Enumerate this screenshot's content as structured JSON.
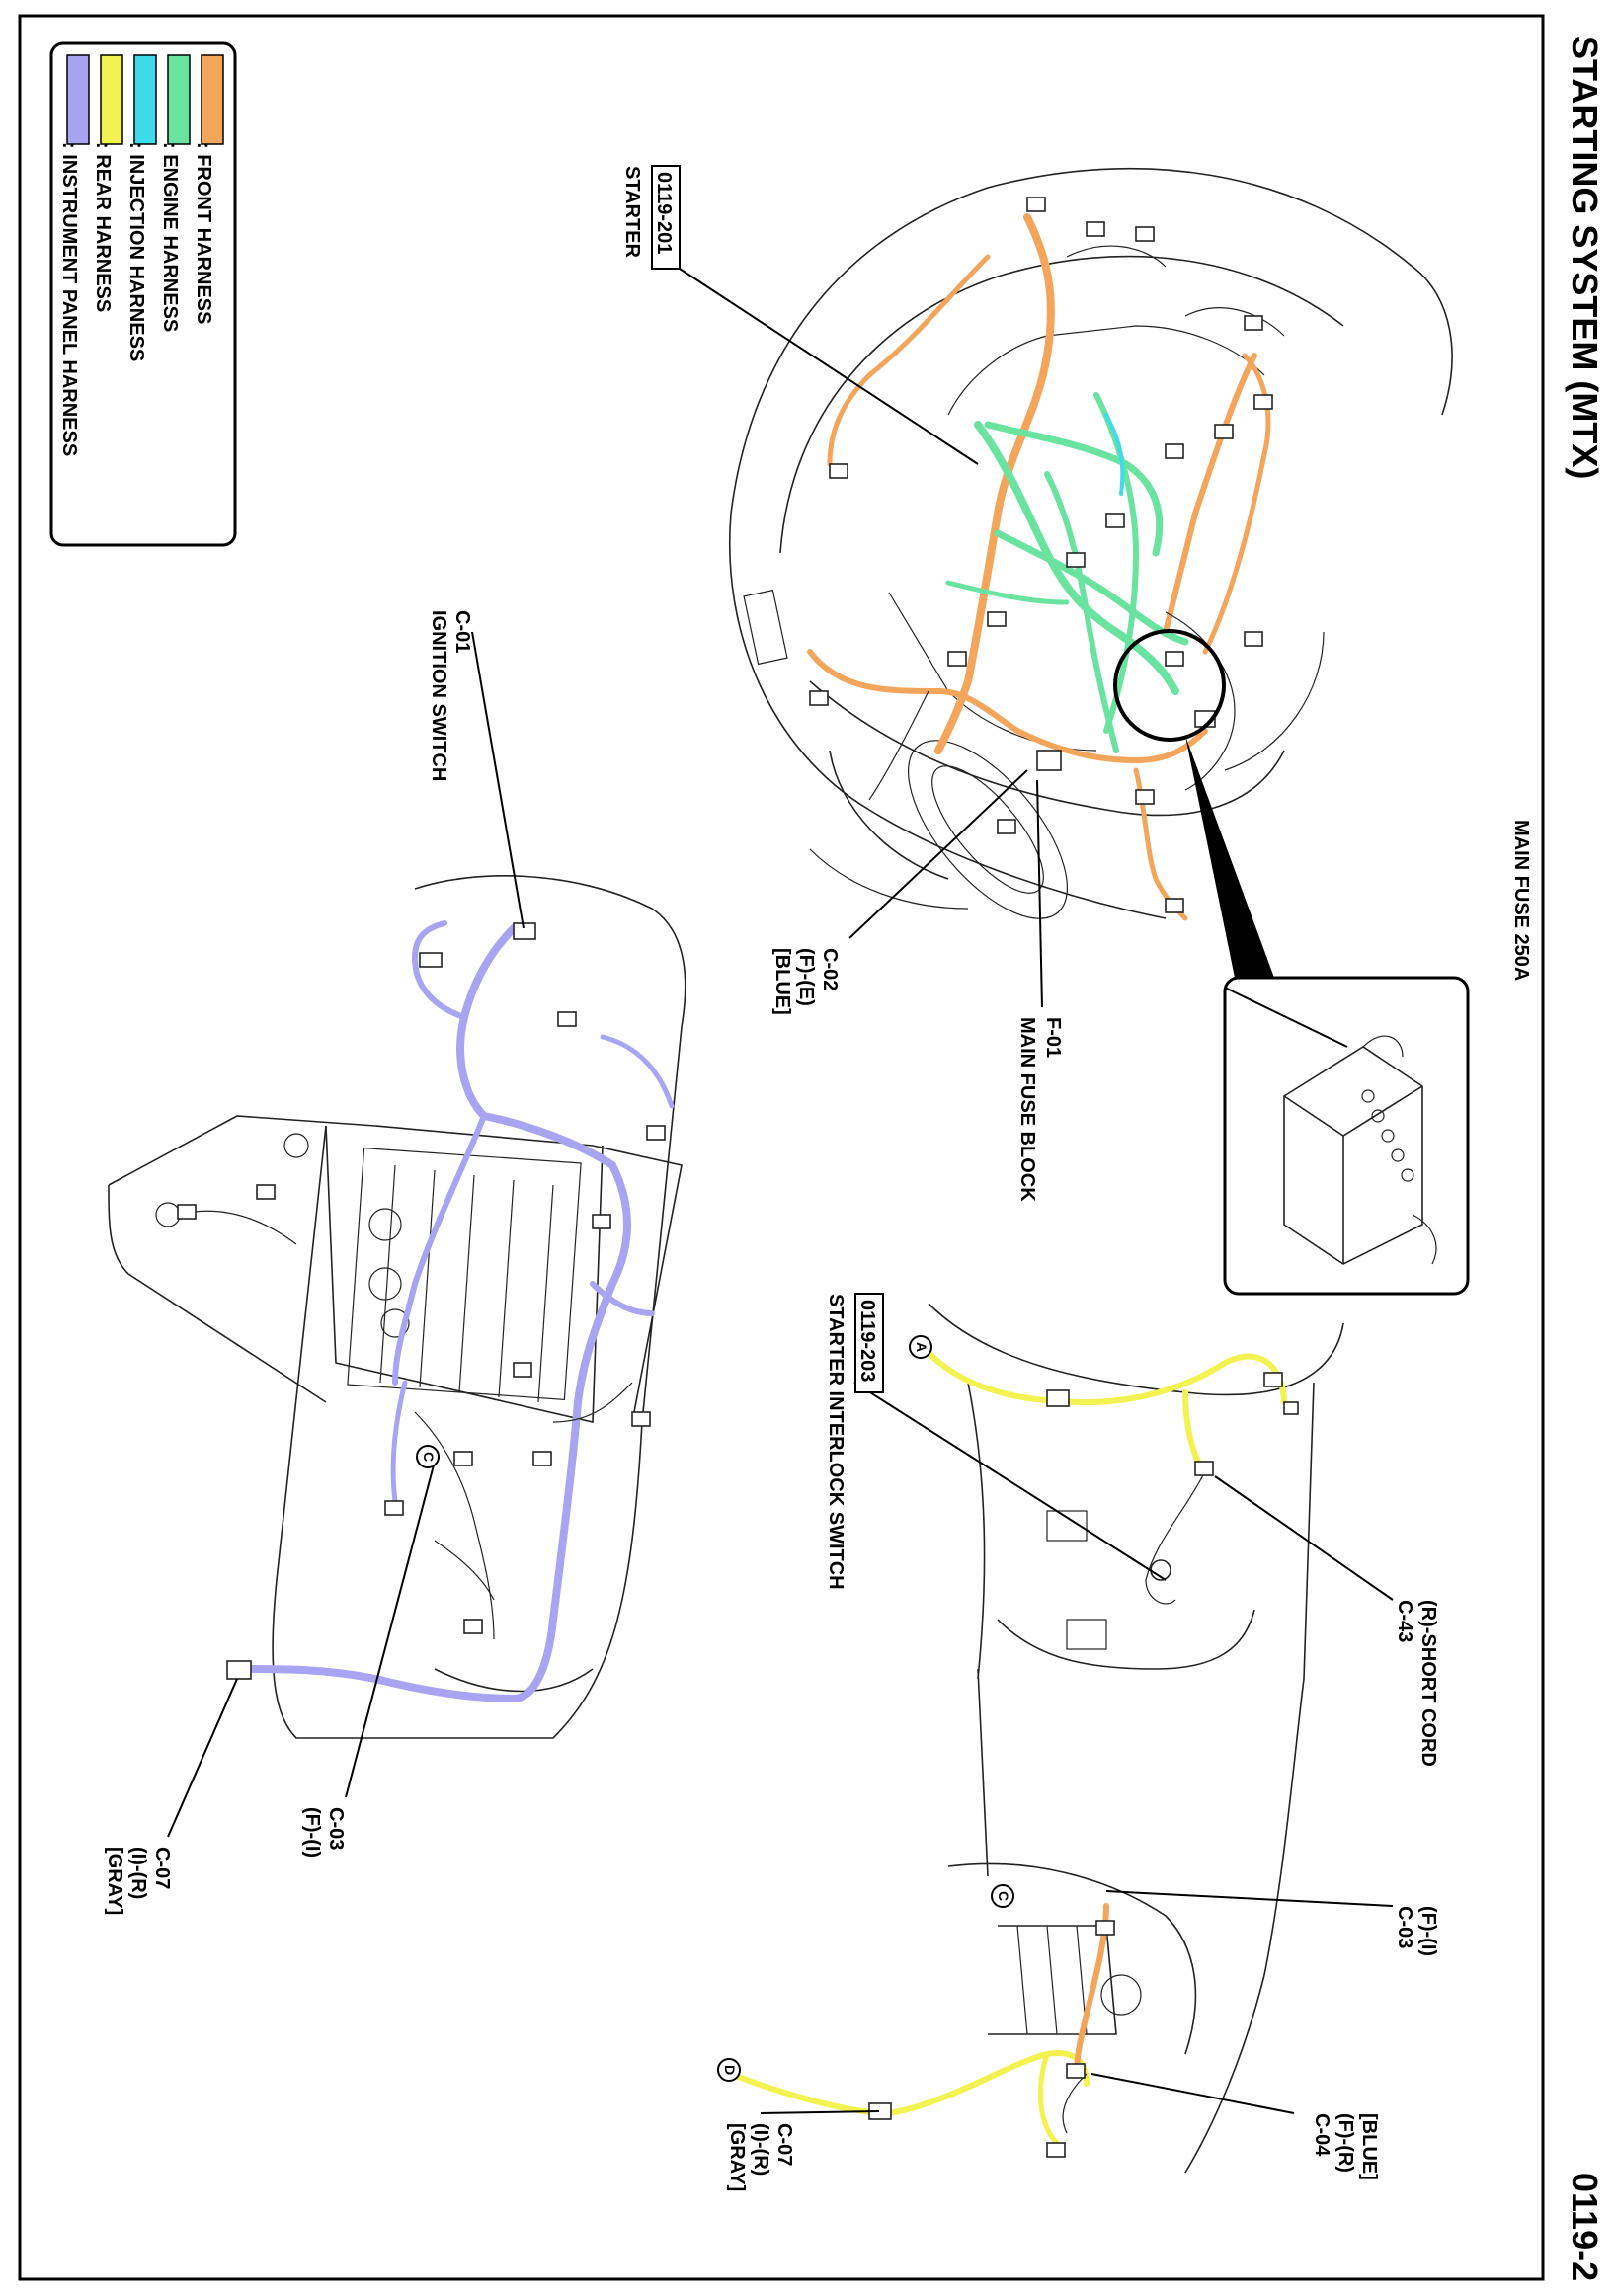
{
  "header": {
    "title": "STARTING SYSTEM (MTX)",
    "page_number": "0119-2"
  },
  "legend": {
    "items": [
      {
        "color": "#F4A55C",
        "label": ": FRONT HARNESS"
      },
      {
        "color": "#6BE3A0",
        "label": ": ENGINE HARNESS"
      },
      {
        "color": "#3EDCEB",
        "label": ": INJECTION HARNESS"
      },
      {
        "color": "#F2F250",
        "label": ": REAR HARNESS"
      },
      {
        "color": "#A9A4F2",
        "label": ": INSTRUMENT PANEL HARNESS"
      }
    ]
  },
  "callouts": {
    "starter": {
      "ref": "0119-201",
      "label": "STARTER"
    },
    "main_fuse": {
      "label": "MAIN FUSE 250A"
    },
    "f01": {
      "code": "F-01",
      "label": "MAIN FUSE BLOCK"
    },
    "c02": {
      "code": "C-02",
      "pair": "(F)-(E)",
      "color": "[BLUE]"
    },
    "c01": {
      "code": "C-01",
      "label": "IGNITION SWITCH"
    },
    "c03_left": {
      "code": "C-03",
      "pair": "(F)-(I)"
    },
    "c07_left": {
      "code": "C-07",
      "pair": "(I)-(R)",
      "color": "[GRAY]"
    },
    "interlock": {
      "ref": "0119-203",
      "label": "STARTER INTERLOCK SWITCH"
    },
    "c43": {
      "code": "C-43",
      "label": "(R)-SHORT CORD"
    },
    "c03_right": {
      "code": "C-03",
      "pair": "(F)-(I)"
    },
    "c04": {
      "code": "C-04",
      "pair": "(F)-(R)",
      "color": "[BLUE]"
    },
    "c07_right": {
      "code": "C-07",
      "pair": "(I)-(R)",
      "color": "[GRAY]"
    },
    "markers": {
      "a": "A",
      "c_upper": "C",
      "c_lower": "C",
      "d": "D"
    }
  }
}
